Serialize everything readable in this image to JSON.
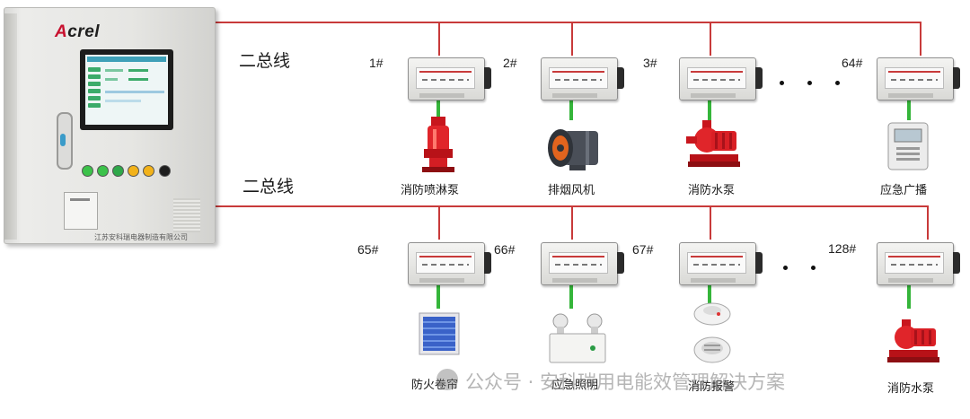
{
  "cabinet": {
    "brand": "Acrel",
    "brand_mark": "A",
    "nameplate": "江苏安科瑞电器制造有限公司"
  },
  "buses": [
    {
      "label": "二总线"
    },
    {
      "label": "二总线"
    }
  ],
  "row1": [
    {
      "num": "1#",
      "device": "消防喷淋泵",
      "icon": "fire-pump-icon"
    },
    {
      "num": "2#",
      "device": "排烟风机",
      "icon": "smoke-exhaust-fan-icon"
    },
    {
      "num": "3#",
      "device": "消防水泵",
      "icon": "fire-water-pump-icon"
    },
    {
      "num": "64#",
      "device": "应急广播",
      "icon": "emergency-broadcast-icon"
    }
  ],
  "row2": [
    {
      "num": "65#",
      "device": "防火卷帘",
      "icon": "fire-shutter-icon"
    },
    {
      "num": "66#",
      "device": "应急照明",
      "icon": "emergency-light-icon"
    },
    {
      "num": "67#",
      "device": "消防报警",
      "icon": "smoke-detector-icon"
    },
    {
      "num": "128#",
      "device": "消防水泵",
      "icon": "fire-water-pump-icon"
    }
  ],
  "ellipsis_icon": "ellipsis-dots-icon",
  "watermark": "公众号 · 安科瑞用电能效管理解决方案",
  "colors": {
    "bus": "#c83a3a",
    "link": "#35b53a",
    "pump": "#e0252a"
  }
}
